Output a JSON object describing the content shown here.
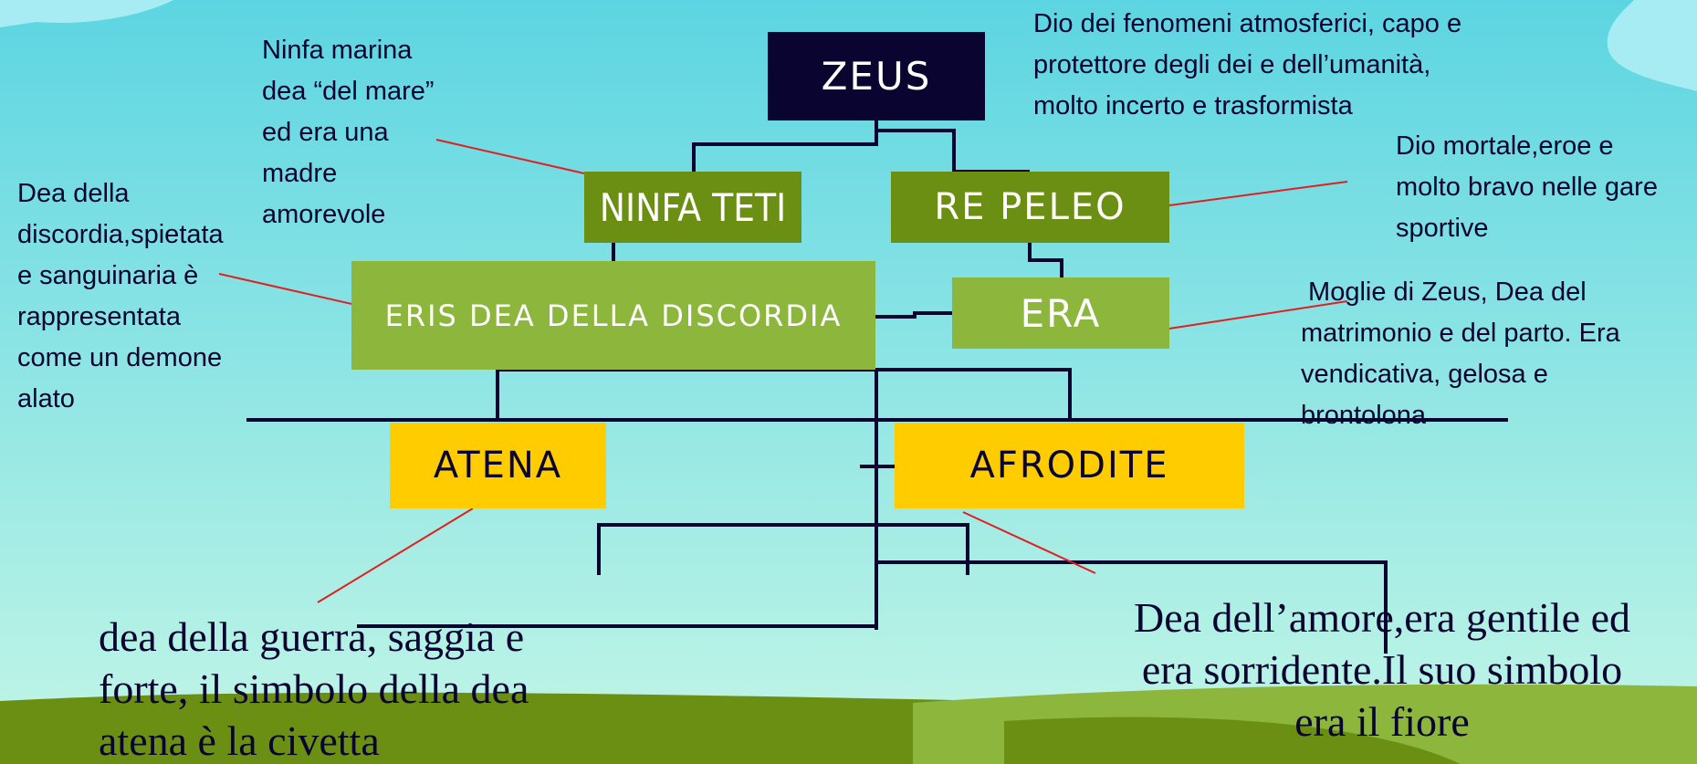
{
  "colors": {
    "sky_top": "#5fd6e2",
    "sky_bottom": "#c0f5e6",
    "hill_dark": "#6b8f12",
    "hill_light": "#8db63c",
    "navy": "#0a0530",
    "dark_green_box": "#6b8f12",
    "light_green_box": "#8db63c",
    "yellow_box": "#ffcc00",
    "connector_red": "#e02020"
  },
  "boxes": {
    "zeus": "ZEUS",
    "teti": "NINFA TETI",
    "peleo": "RE PELEO",
    "eris": "ERIS DEA DELLA DISCORDIA",
    "era": "ERA",
    "atena": "ATENA",
    "afrodite": "AFRODITE"
  },
  "descriptions": {
    "zeus": [
      "Dio dei fenomeni atmosferici, capo e",
      "protettore degli dei e dell’umanità,",
      "molto incerto e trasformista"
    ],
    "teti": [
      "Ninfa marina",
      "dea “del mare”",
      "ed era una",
      "madre",
      "amorevole"
    ],
    "eris": [
      "Dea della",
      "discordia,spietata",
      "e sanguinaria è",
      "rappresentata",
      "come un demone",
      "alato"
    ],
    "peleo": [
      "Dio mortale,eroe e",
      "molto bravo nelle gare",
      "sportive"
    ],
    "era": [
      " Moglie di Zeus, Dea del",
      "matrimonio e del parto. Era",
      "vendicativa, gelosa e",
      "brontolona"
    ],
    "atena": [
      "dea della guerra, saggia e",
      "forte, il simbolo della dea",
      "atena è la civetta"
    ],
    "afrodite": [
      "Dea dell’amore,era gentile ed",
      "era sorridente.Il suo simbolo",
      "era il fiore"
    ]
  }
}
